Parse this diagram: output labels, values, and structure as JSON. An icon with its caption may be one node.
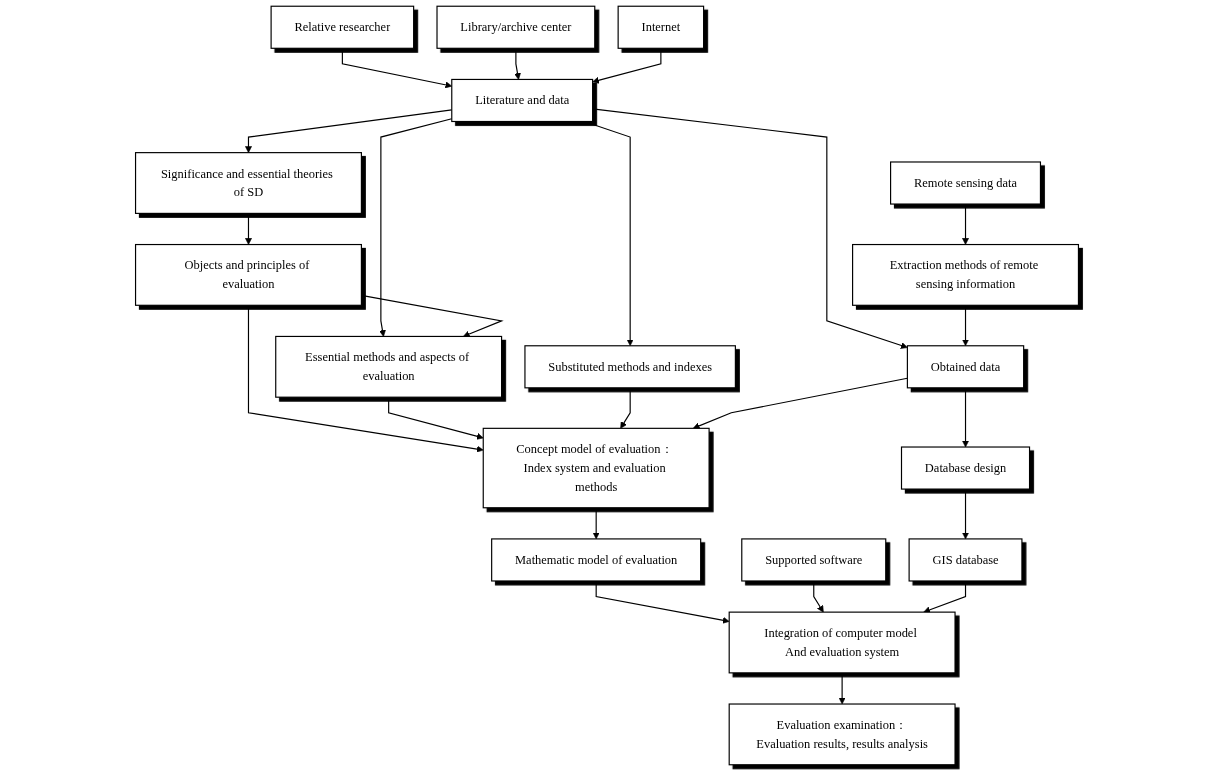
{
  "diagram": {
    "nodes": [
      {
        "text": [
          "Relative researcher"
        ]
      },
      {
        "text": [
          "Library/archive center"
        ]
      },
      {
        "text": [
          "Internet"
        ]
      },
      {
        "text": [
          "Remote sensing data"
        ]
      },
      {
        "text": [
          "Significance and essential theories of SD"
        ]
      },
      {
        "text": [
          "Literature and data"
        ]
      },
      {
        "text": [
          "Extraction methods of remote sensing information"
        ]
      },
      {
        "text": [
          "Objects and principles of evaluation"
        ]
      },
      {
        "text": [
          "Essential methods and aspects of evaluation"
        ]
      },
      {
        "text": [
          "Substituted methods and indexes"
        ]
      },
      {
        "text": [
          "Obtained data"
        ]
      },
      {
        "text": [
          "Concept model of evaluation： Index system and evaluation methods"
        ]
      },
      {
        "text": [
          "Database design"
        ]
      },
      {
        "text": [
          "Mathematic model of evaluation"
        ]
      },
      {
        "text": [
          "Supported software"
        ]
      },
      {
        "text": [
          "GIS database"
        ]
      },
      {
        "text": [
          "Integration of computer model And evaluation system"
        ]
      },
      {
        "text": [
          "Evaluation examination：Evaluation results, results analysis"
        ]
      }
    ],
    "edges": [
      {
        "from": 0,
        "to": 5,
        "arrow": "to"
      },
      {
        "from": 1,
        "to": 5,
        "arrow": "to"
      },
      {
        "from": 2,
        "to": 5,
        "arrow": "to"
      },
      {
        "from": 3,
        "to": 6,
        "arrow": "to"
      },
      {
        "from": 5,
        "to": 4,
        "arrow": "to"
      },
      {
        "from": 4,
        "to": 7,
        "arrow": "to"
      },
      {
        "from": 5,
        "to": 8,
        "arrow": "to"
      },
      {
        "from": 5,
        "to": 9,
        "arrow": "to"
      },
      {
        "from": 5,
        "to": 10,
        "arrow": "to"
      },
      {
        "from": 6,
        "to": 10,
        "arrow": "to"
      },
      {
        "from": 7,
        "to": 8,
        "arrow": "to"
      },
      {
        "from": 7,
        "to": 11,
        "arrow": "to"
      },
      {
        "from": 8,
        "to": 11,
        "arrow": "to"
      },
      {
        "from": 9,
        "to": 11,
        "arrow": "to"
      },
      {
        "from": 10,
        "to": 11,
        "arrow": "to"
      },
      {
        "from": 10,
        "to": 12,
        "arrow": "to"
      },
      {
        "from": 11,
        "to": 13,
        "arrow": "to"
      },
      {
        "from": 12,
        "to": 15,
        "arrow": "to"
      },
      {
        "from": 13,
        "to": 16,
        "arrow": "to"
      },
      {
        "from": 14,
        "to": 16,
        "arrow": "to"
      },
      {
        "from": 15,
        "to": 16,
        "arrow": "to"
      },
      {
        "from": 16,
        "to": 17,
        "arrow": "to"
      }
    ]
  }
}
